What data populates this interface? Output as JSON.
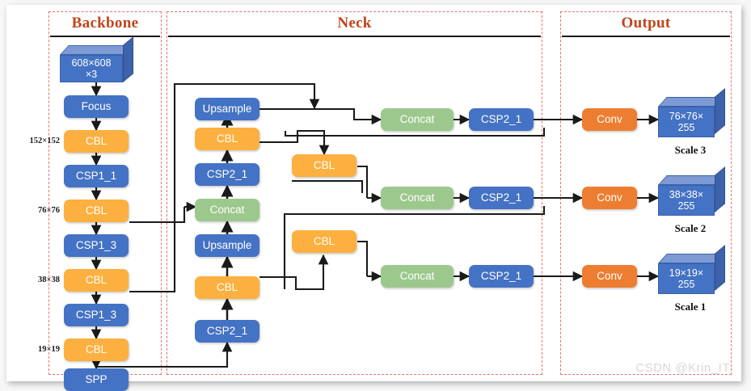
{
  "sections": [
    {
      "key": "backbone",
      "title": "Backbone"
    },
    {
      "key": "neck",
      "title": "Neck"
    },
    {
      "key": "output",
      "title": "Output"
    }
  ],
  "backbone": {
    "input_cube": {
      "line1": "608×608",
      "line2": "×3"
    },
    "nodes": [
      {
        "label": "Focus",
        "type": "blue"
      },
      {
        "label": "CBL",
        "type": "orange"
      },
      {
        "label": "CSP1_1",
        "type": "blue"
      },
      {
        "label": "CBL",
        "type": "orange"
      },
      {
        "label": "CSP1_3",
        "type": "blue"
      },
      {
        "label": "CBL",
        "type": "orange"
      },
      {
        "label": "CSP1_3",
        "type": "blue"
      },
      {
        "label": "CBL",
        "type": "orange"
      },
      {
        "label": "SPP",
        "type": "blue"
      }
    ],
    "dim_labels": [
      "152×152",
      "76×76",
      "38×38",
      "19×19"
    ]
  },
  "neck": {
    "left_column": [
      {
        "label": "Upsample",
        "type": "blue"
      },
      {
        "label": "CBL",
        "type": "orange"
      },
      {
        "label": "CSP2_1",
        "type": "blue"
      },
      {
        "label": "Concat",
        "type": "green"
      },
      {
        "label": "Upsample",
        "type": "blue"
      },
      {
        "label": "CBL",
        "type": "orange"
      },
      {
        "label": "CSP2_1",
        "type": "blue"
      }
    ],
    "mid_column": [
      {
        "label": "CBL",
        "type": "orange"
      },
      {
        "label": "CBL",
        "type": "orange"
      }
    ],
    "right_rows": [
      {
        "concat": "Concat",
        "csp": "CSP2_1"
      },
      {
        "concat": "Concat",
        "csp": "CSP2_1"
      },
      {
        "concat": "Concat",
        "csp": "CSP2_1"
      }
    ]
  },
  "output": {
    "rows": [
      {
        "conv": "Conv",
        "cube_line1": "76×76×",
        "cube_line2": "255",
        "scale": "Scale 3"
      },
      {
        "conv": "Conv",
        "cube_line1": "38×38×",
        "cube_line2": "255",
        "scale": "Scale 2"
      },
      {
        "conv": "Conv",
        "cube_line1": "19×19×",
        "cube_line2": "255",
        "scale": "Scale 1"
      }
    ]
  },
  "watermark": "CSDN @Krin_IT",
  "colors": {
    "blue": "#4472c4",
    "orange": "#fcb040",
    "green": "#9dc88d",
    "conv_orange": "#ed7d31",
    "title": "#c0441a",
    "section_border": "#e8736a",
    "wire": "#1a1a1a"
  }
}
